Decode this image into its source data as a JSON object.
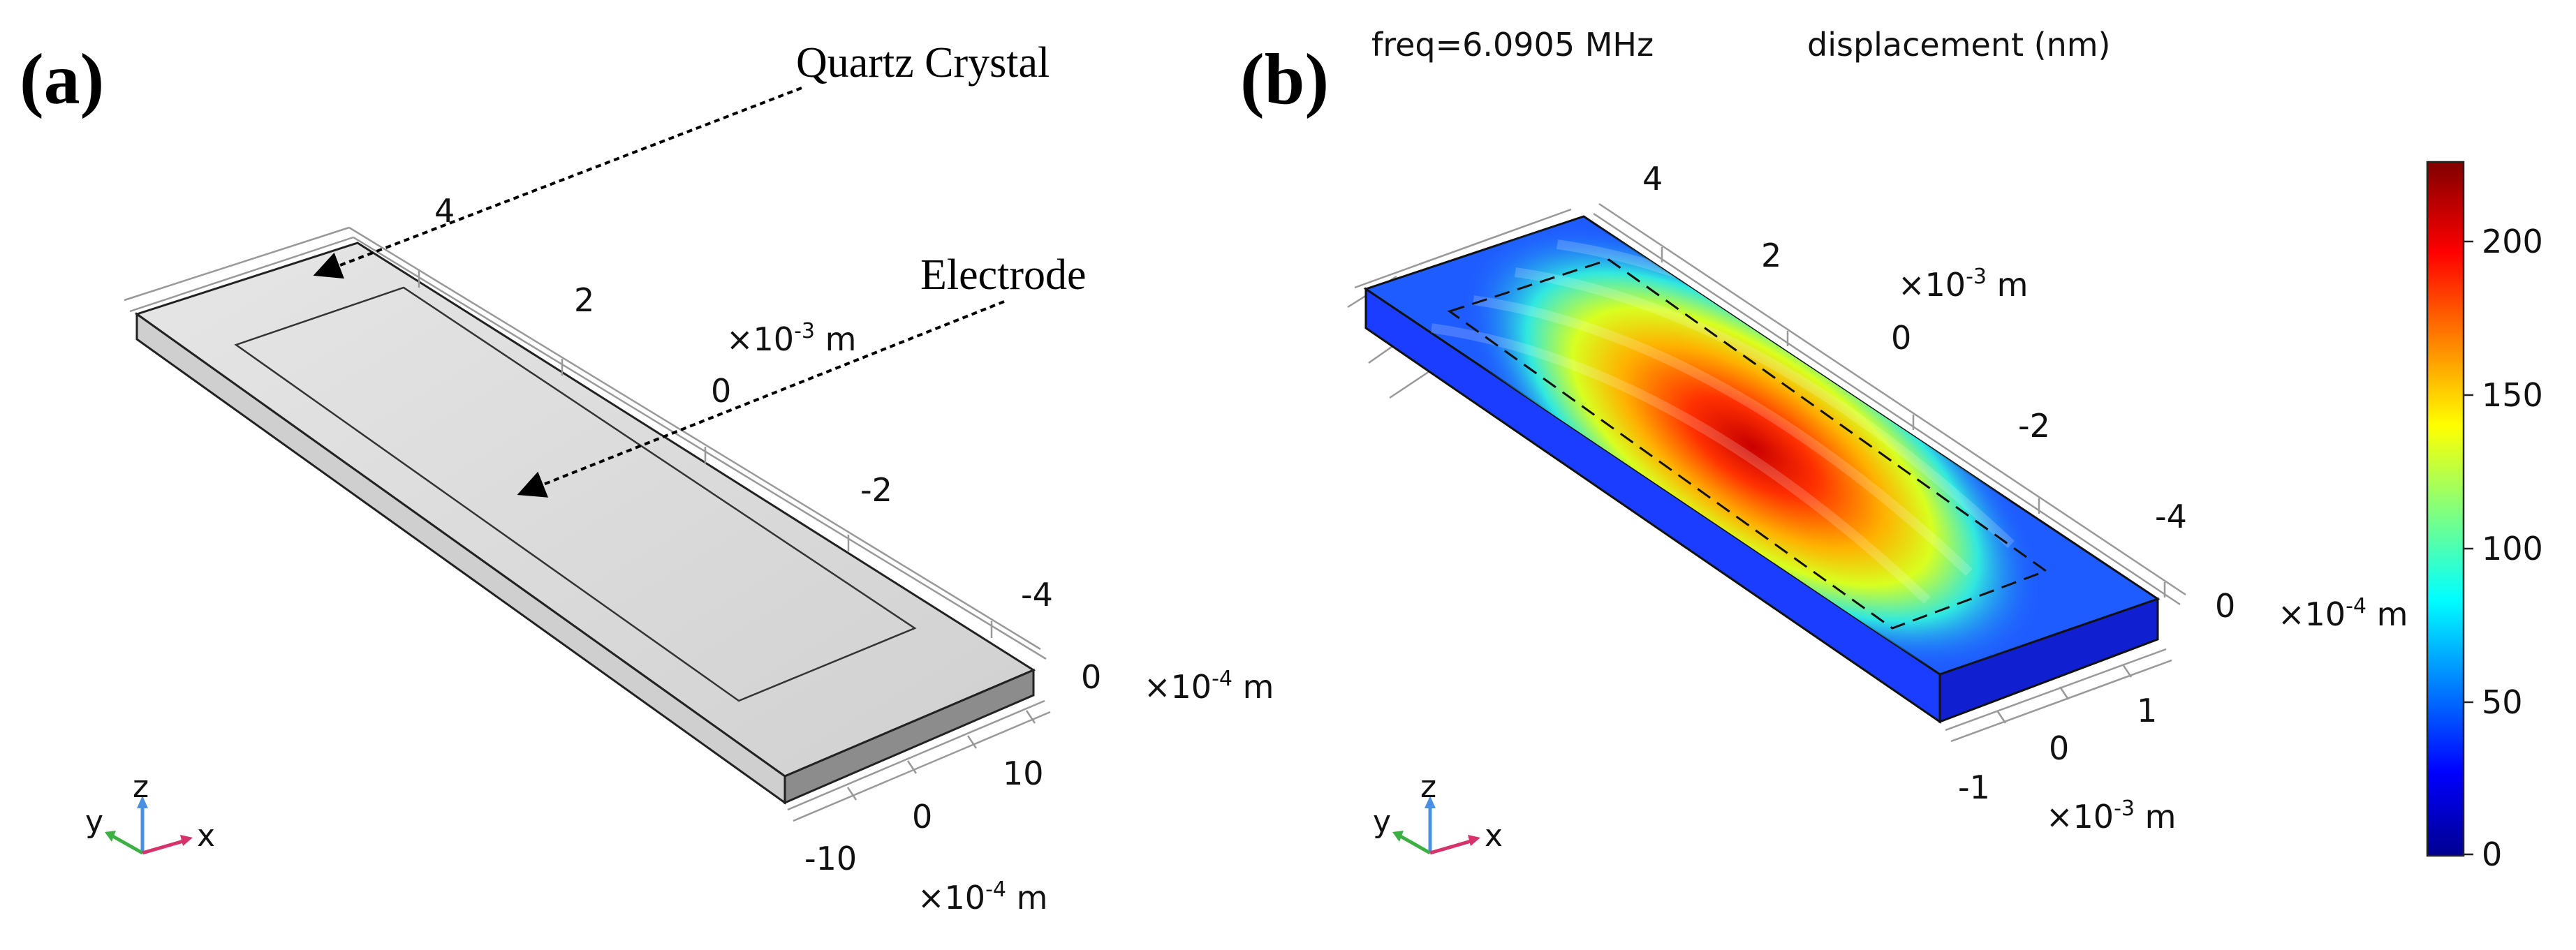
{
  "panel_a": {
    "label": "(a)",
    "annotations": {
      "quartz": "Quartz Crystal",
      "electrode": "Electrode"
    },
    "axis_ticks_top": [
      "4",
      "2",
      "0",
      "-2",
      "-4"
    ],
    "unit_top": "×10",
    "unit_top_exp": "-3",
    "unit_top_m": " m",
    "thickness_ticks": [
      "0"
    ],
    "unit_thickness": "×10",
    "unit_thickness_exp": "-4",
    "unit_thickness_m": " m",
    "width_ticks": [
      "10",
      "0",
      "-10"
    ],
    "unit_width": "×10",
    "unit_width_exp": "-4",
    "unit_width_m": " m",
    "triad": {
      "z": "z",
      "y": "y",
      "x": "x"
    },
    "colors": {
      "top": "#d9d9d9",
      "front": "#cfcfcf",
      "right": "#8c8c8c",
      "edge": "#222222"
    }
  },
  "panel_b": {
    "label": "(b)",
    "header_freq": "freq=6.0905 MHz",
    "header_disp": "displacement (nm)",
    "axis_ticks_top": [
      "4",
      "2",
      "0",
      "-2",
      "-4"
    ],
    "unit_top": "×10",
    "unit_top_exp": "-3",
    "unit_top_m": " m",
    "thickness_ticks": [
      "0"
    ],
    "unit_thickness": "×10",
    "unit_thickness_exp": "-4",
    "unit_thickness_m": " m",
    "width_ticks": [
      "1",
      "0",
      "-1"
    ],
    "unit_width": "×10",
    "unit_width_exp": "-3",
    "unit_width_m": " m",
    "triad": {
      "z": "z",
      "y": "y",
      "x": "x"
    },
    "colorbar": {
      "ticks": [
        "200",
        "150",
        "100",
        "50",
        "0"
      ],
      "min": 0,
      "max": 225,
      "colors": [
        "#00008f",
        "#0000ff",
        "#00ffff",
        "#ffff00",
        "#ff0000",
        "#800000"
      ]
    }
  }
}
